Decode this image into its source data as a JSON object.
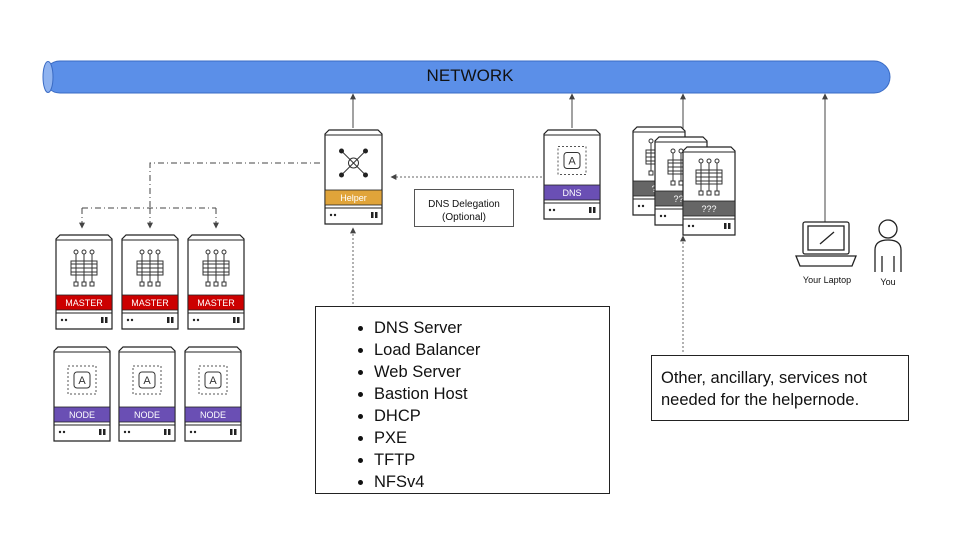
{
  "network": {
    "label": "NETWORK",
    "color": "#5b8fe8"
  },
  "helper": {
    "label": "Helper",
    "color": "#e0a43a"
  },
  "dns_server": {
    "label": "DNS",
    "color": "#6a4fb4"
  },
  "dns_delegation": {
    "line1": "DNS Delegation",
    "line2": "(Optional)"
  },
  "masters": {
    "label": "MASTER",
    "color": "#cc0000",
    "count": 3
  },
  "nodes": {
    "label": "NODE",
    "color": "#6a4fb4",
    "count": 3
  },
  "ancillary": {
    "label": "???",
    "color": "#666666",
    "count": 3
  },
  "services": {
    "items": [
      "DNS Server",
      "Load Balancer",
      "Web Server",
      "Bastion Host",
      "DHCP",
      "PXE",
      "TFTP",
      "NFSv4"
    ]
  },
  "ancillary_note": {
    "line1": "Other, ancillary, services not",
    "line2": "needed for the helpernode."
  },
  "laptop": {
    "label": "Your Laptop"
  },
  "user": {
    "label": "You"
  }
}
